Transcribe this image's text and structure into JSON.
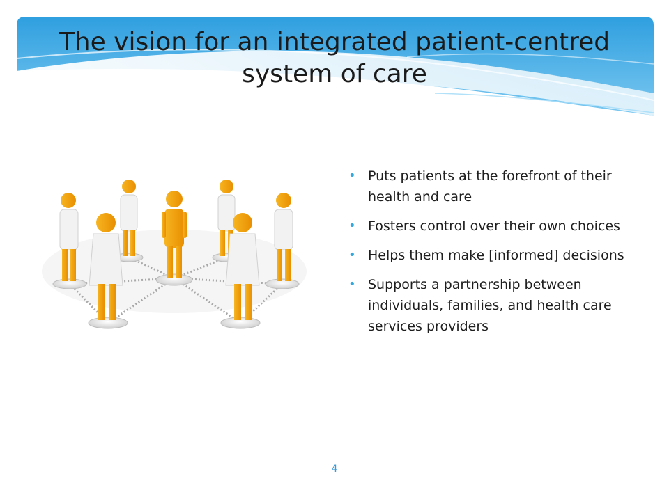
{
  "slide": {
    "title": "The vision for an integrated patient-centred system of care",
    "bullets": [
      "Puts patients at the forefront of their health and care",
      "Fosters  control over their own choices",
      "Helps them make [informed] decisions",
      "Supports a partnership between individuals, families, and health care services providers"
    ],
    "page_number": "4"
  },
  "colors": {
    "banner_top": "#3aa6e4",
    "banner_bottom": "#8fd4f6",
    "bullet_accent": "#31a8e0",
    "figure_orange": "#f4a30c",
    "figure_coat": "#f2f2f2"
  }
}
